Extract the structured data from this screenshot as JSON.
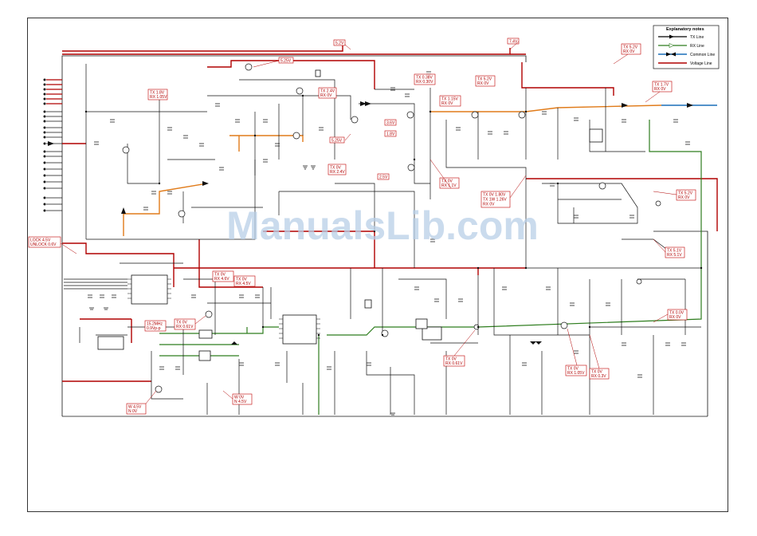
{
  "watermark": "ManualsLib.com",
  "legend": {
    "title": "Explanatory notes",
    "items": [
      {
        "label": "TX Line",
        "color": "#000000"
      },
      {
        "label": "RX Line",
        "color": "#2e7d1e"
      },
      {
        "label": "Common Line",
        "color": "#1a6fb8"
      },
      {
        "label": "Voltage Line",
        "color": "#b00000"
      }
    ]
  },
  "colors": {
    "voltage": "#b00000",
    "tx": "#e07b1a",
    "rx": "#2e7d1e",
    "common": "#1a6fb8",
    "wire": "#111111"
  },
  "labels": {
    "v52": "5.2V",
    "v74": "7.4V",
    "v525": "5.25V",
    "v525b": "5.25V",
    "v36": "3.6V",
    "v18": "1.8V",
    "v25": "2.5V",
    "tx_a1": "TX 1.8V",
    "tx_a2": "RX 1.05V",
    "tx_b1": "TX 2.4V",
    "tx_b2": "RX 0V",
    "tx_c1": "TX 0V",
    "tx_c2": "RX 2.4V",
    "tx_d1": "TX 0.38V",
    "tx_d2": "RX 0.30V",
    "tx_e1": "TX 1.15V",
    "tx_e2": "RX 0V",
    "tx_f1": "TX 5.2V",
    "tx_f2": "RX 0V",
    "tx_g1": "TX 5.2V",
    "tx_g2": "RX 0V",
    "tx_h1": "TX 1.7V",
    "tx_h2": "RX 0V",
    "tx_i1": "TX 0V",
    "tx_i2": "RX 1.1V",
    "tx_j1": "TX 0V 1.80V",
    "tx_j2": "TX 1W 1.26V",
    "tx_j3": "RX 0V",
    "tx_k1": "TX 5.2V",
    "tx_k2": "RX 0V",
    "tx_l1": "TX 5.1V",
    "tx_l2": "RX 5.1V",
    "lock1": "LOCK 4.5V",
    "lock2": "UNLOCK 0.6V",
    "tx_m1": "TX 0V",
    "tx_m2": "RX 4.6V",
    "tx_n1": "TX 0V",
    "tx_n2": "RX 4.5V",
    "tx_o1": "TX 0V",
    "tx_o2": "RX 0.61V",
    "mhz1": "15.2MHz",
    "mhz2": "0.9Vp-p",
    "w1": "W 0V",
    "w2": "N 4.5V",
    "w3": "W 4.5V",
    "w4": "N 0V",
    "tx_p1": "TX 0V",
    "tx_p2": "RX 0.61V",
    "tx_q1": "TX 0V",
    "tx_q2": "RX 1.05V",
    "tx_r1": "TX 0V",
    "tx_r2": "RX 0.3V",
    "tx_s1": "TX 0.0V",
    "tx_s2": "RX 0V"
  }
}
